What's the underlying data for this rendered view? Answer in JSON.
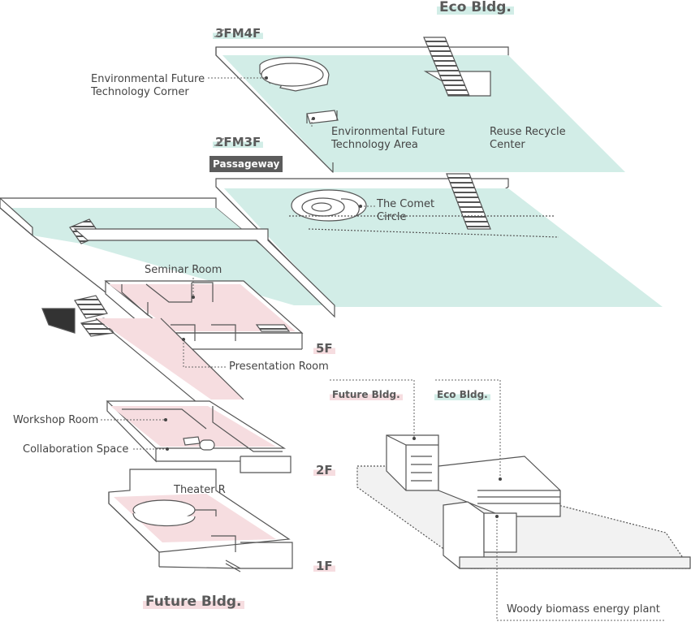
{
  "colors": {
    "eco_fill": "#d2ede7",
    "future_fill": "#f6dde0",
    "line": "#555555",
    "passage_bg": "#5c5c5c"
  },
  "titles": {
    "eco_building": "Eco Bldg.",
    "future_building": "Future Bldg."
  },
  "floor_tags": {
    "eco_upper_from": "3F",
    "eco_upper_to": "M4F",
    "eco_lower_from": "2F",
    "eco_lower_to": "M3F",
    "f5": "5F",
    "f2": "2F",
    "f1": "1F"
  },
  "passageway": "Passageway",
  "labels": {
    "env_future_corner": "Environmental Future\nTechnology Corner",
    "env_future_area": "Environmental Future\nTechnology Area",
    "reuse_recycle": "Reuse Recycle\nCenter",
    "comet_circle": "The Comet\nCircle",
    "seminar_room": "Seminar Room",
    "presentation_room": "Presentation Room",
    "workshop_room": "Workshop Room",
    "collaboration_space": "Collaboration Space",
    "theater": "Theater R",
    "woody_biomass": "Woody biomass energy plant"
  },
  "mini_map": {
    "future_building": "Future Bldg.",
    "eco_building": "Eco Bldg."
  }
}
